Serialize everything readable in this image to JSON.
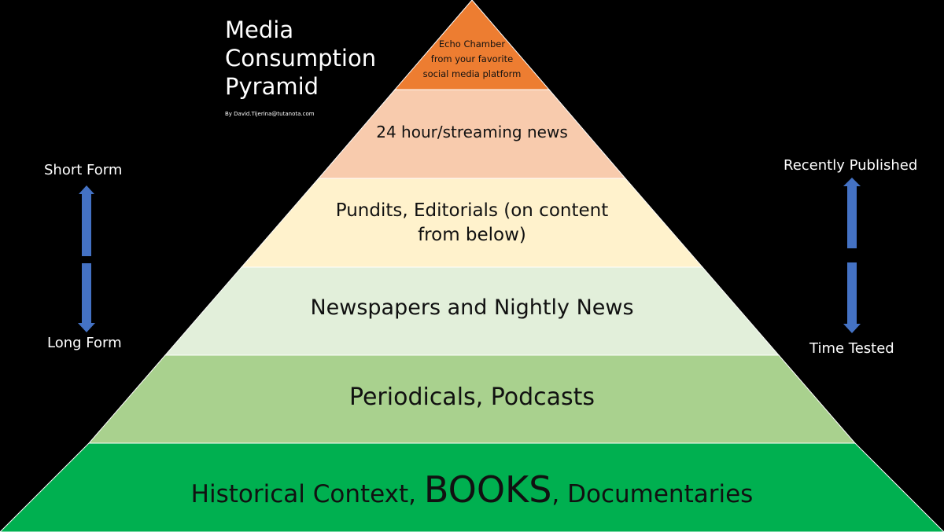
{
  "title": {
    "line1": "Media",
    "line2": "Consumption",
    "line3": "Pyramid"
  },
  "byline": "By David.Tijerina@tutanota.com",
  "levels": [
    {
      "id": "echo",
      "lines": [
        "Echo Chamber",
        "from your favorite",
        "social media platform"
      ],
      "color": "#ED7D31"
    },
    {
      "id": "streaming",
      "text": "24 hour/streaming news",
      "color": "#F8CBAD"
    },
    {
      "id": "pundits",
      "lines": [
        "Pundits, Editorials (on content",
        "from below)"
      ],
      "color": "#FFF2CC"
    },
    {
      "id": "newspapers",
      "text": "Newspapers and Nightly News",
      "color": "#E2EFDA"
    },
    {
      "id": "periodicals",
      "text": "Periodicals, Podcasts",
      "color": "#A9D18E"
    },
    {
      "id": "books",
      "pre": "Historical Context, ",
      "big": "BOOKS",
      "post": ", Documentaries",
      "color": "#00B050"
    }
  ],
  "left_axis": {
    "top": "Short Form",
    "bottom": "Long Form"
  },
  "right_axis": {
    "top": "Recently Published",
    "bottom": "Time Tested"
  },
  "arrow_color": "#4472C4"
}
